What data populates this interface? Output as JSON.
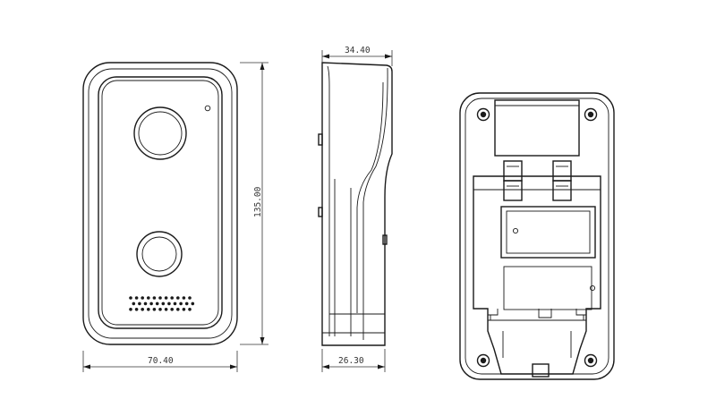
{
  "dimensions": {
    "front_width": "70.40",
    "front_height": "135.00",
    "side_depth_top": "34.40",
    "side_depth_bottom": "26.30"
  },
  "speaker_hole_rows": 3,
  "speaker_hole_cols": 11
}
